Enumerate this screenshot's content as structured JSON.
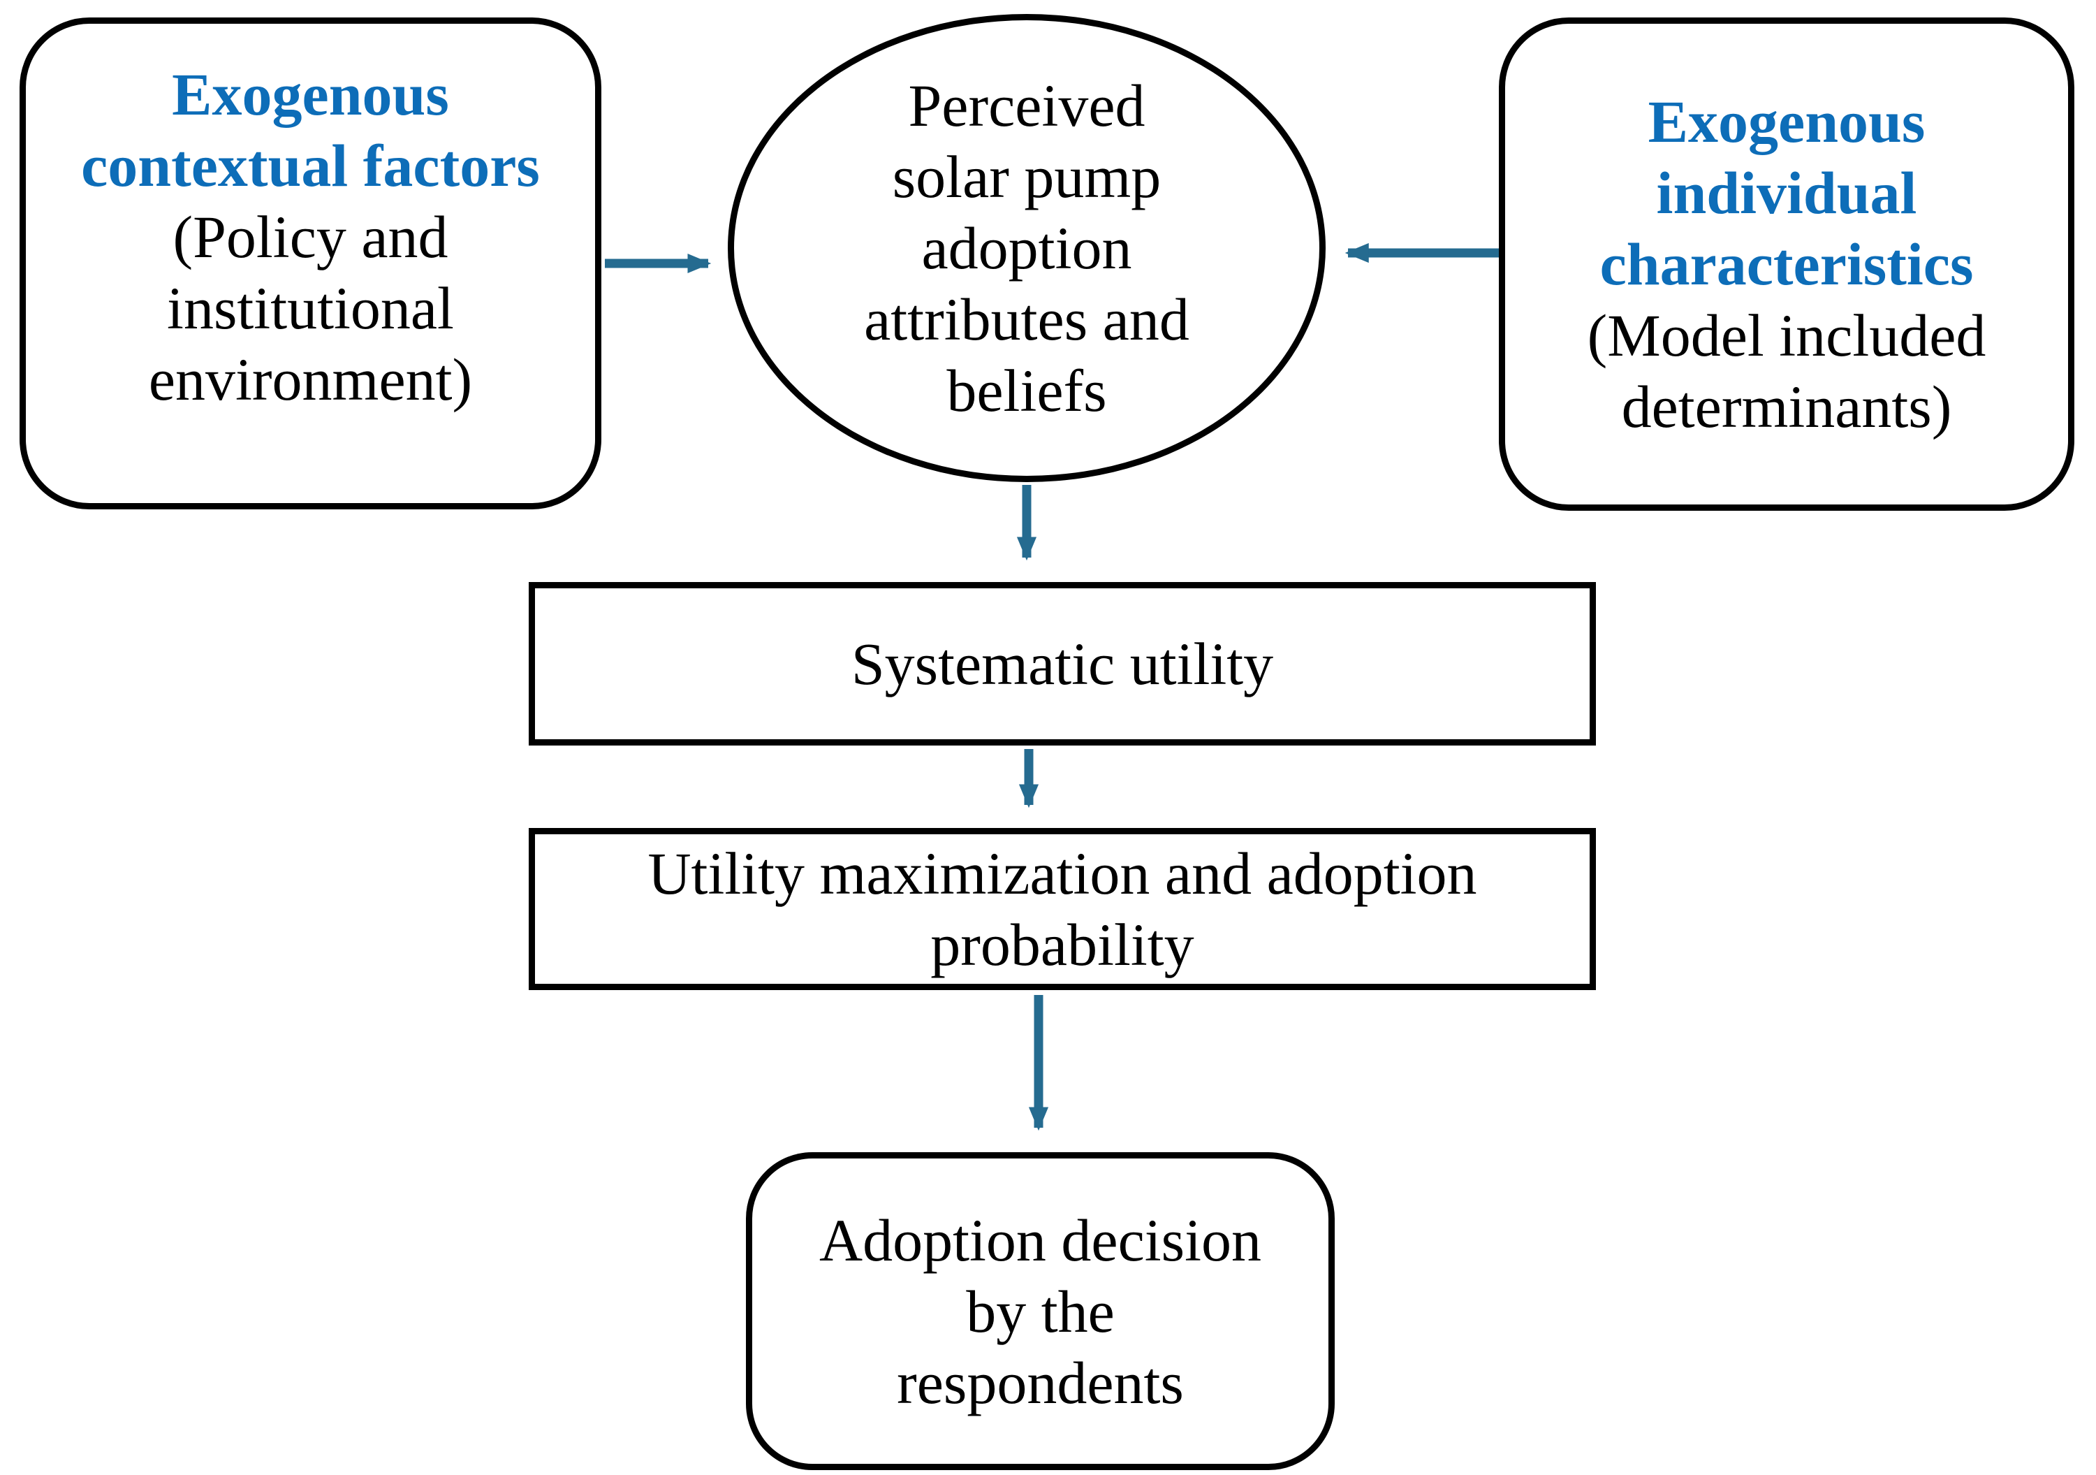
{
  "figure": {
    "description": "Conceptual flow diagram of solar pump adoption decision model"
  },
  "colors": {
    "title_blue": "#0d6db8",
    "arrow": "#256b90",
    "node_border": "#000000",
    "background": "#ffffff"
  },
  "nodes": {
    "left_box": {
      "title_lines": [
        "Exogenous",
        "contextual factors"
      ],
      "body_lines": [
        "(Policy and",
        "institutional",
        "environment)"
      ]
    },
    "ellipse": {
      "lines": [
        "Perceived",
        "solar pump",
        "adoption",
        "attributes and",
        "beliefs"
      ]
    },
    "right_box": {
      "title_lines": [
        "Exogenous",
        "individual",
        "characteristics"
      ],
      "body_lines": [
        "(Model included",
        "determinants)"
      ]
    },
    "systematic_utility_box": {
      "lines": [
        "Systematic utility"
      ]
    },
    "utility_maximization_box": {
      "lines": [
        "Utility maximization and adoption",
        "probability"
      ]
    },
    "adoption_decision_box": {
      "lines": [
        "Adoption decision",
        "by the",
        "respondents"
      ]
    }
  },
  "arrows": [
    {
      "from": "left_box",
      "to": "ellipse",
      "direction": "right"
    },
    {
      "from": "right_box",
      "to": "ellipse",
      "direction": "left"
    },
    {
      "from": "ellipse",
      "to": "systematic_utility_box",
      "direction": "down"
    },
    {
      "from": "systematic_utility_box",
      "to": "utility_maximization_box",
      "direction": "down"
    },
    {
      "from": "utility_maximization_box",
      "to": "adoption_decision_box",
      "direction": "down"
    }
  ]
}
